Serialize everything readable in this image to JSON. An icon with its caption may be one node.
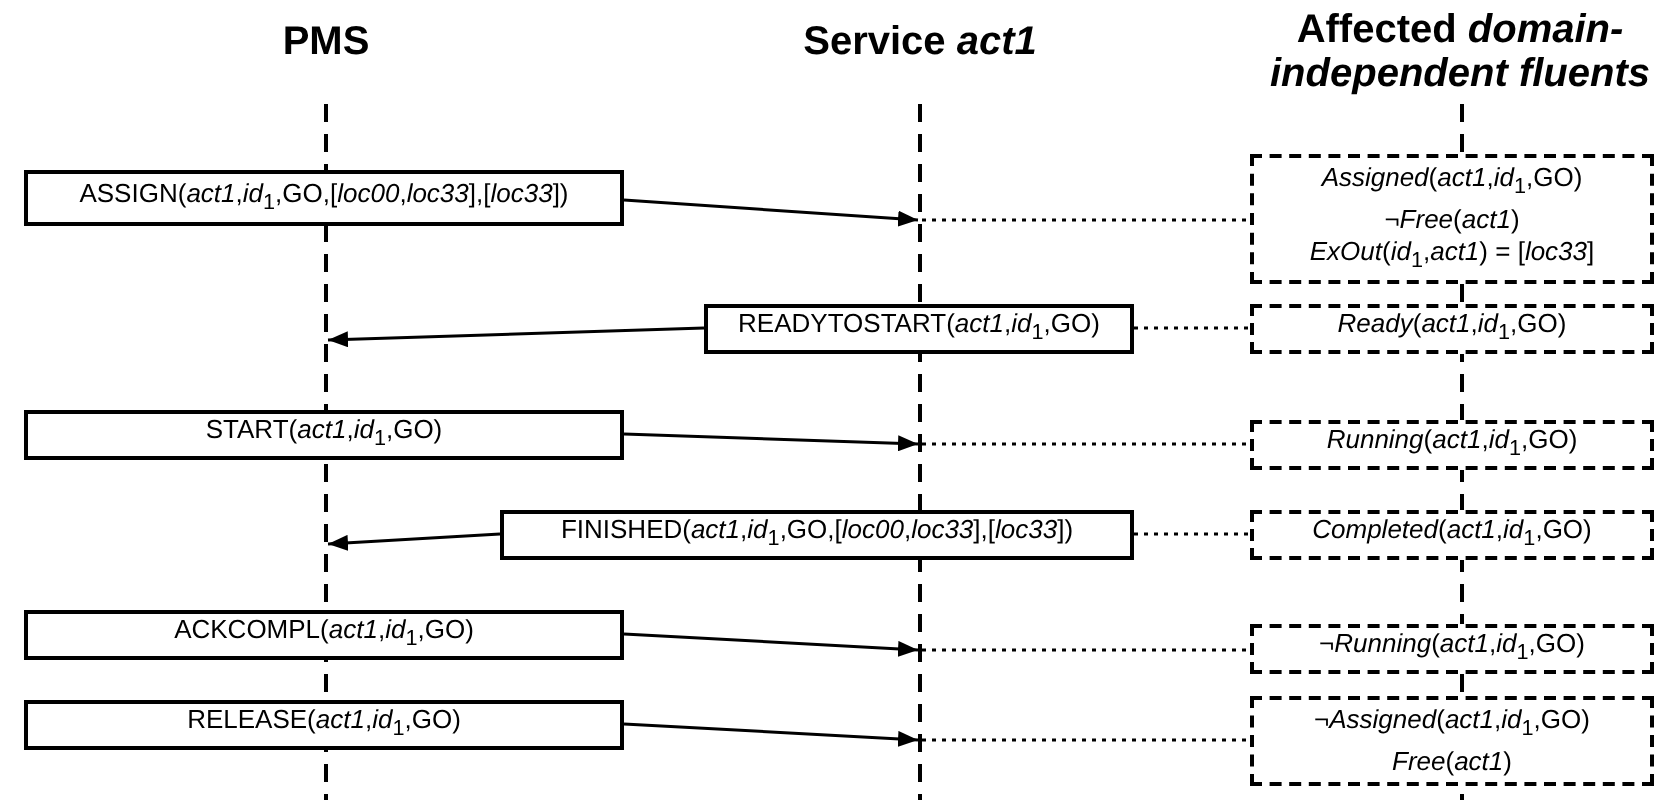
{
  "diagram": {
    "nodes": [
      {
        "text": [
          "ASSIGN(*act1*,*id*$_{1}$,GO,[*loc00*,*loc33*],[*loc33*])"
        ]
      },
      {
        "text": [
          "*Assigned*(*act1*,*id*$_{1}$,GO)",
          "¬*Free*(*act1*)",
          "*ExOut*(*id*$_{1}$,*act1*) = [*loc33*]"
        ]
      },
      {
        "text": [
          "READYTOSTART(*act1*,*id*$_{1}$,GO)"
        ]
      },
      {
        "text": [
          "*Ready*(*act1*,*id*$_{1}$,GO)"
        ]
      },
      {
        "text": [
          "START(*act1*,*id*$_{1}$,GO)"
        ]
      },
      {
        "text": [
          "*Running*(*act1*,*id*$_{1}$,GO)"
        ]
      },
      {
        "text": [
          "FINISHED(*act1*,*id*$_{1}$,GO,[*loc00*,*loc33*],[*loc33*])"
        ]
      },
      {
        "text": [
          "*Completed*(*act1*,*id*$_{1}$,GO)"
        ]
      },
      {
        "text": [
          "ACKCOMPL(*act1*,*id*$_{1}$,GO)"
        ]
      },
      {
        "text": [
          "¬*Running*(*act1*,*id*$_{1}$,GO)"
        ]
      },
      {
        "text": [
          "RELEASE(*act1*,*id*$_{1}$,GO)"
        ]
      },
      {
        "text": [
          "¬*Assigned*(*act1*,*id*$_{1}$,GO)",
          "*Free*(*act1*)"
        ]
      }
    ],
    "edges": [
      {
        "from": 0,
        "to": null,
        "arrow": "to"
      },
      {
        "from": null,
        "to": 1,
        "arrow": "none",
        "style": "dashed"
      },
      {
        "from": 2,
        "to": null,
        "arrow": "to"
      },
      {
        "from": 2,
        "to": 3,
        "arrow": "none",
        "style": "dashed"
      },
      {
        "from": 4,
        "to": null,
        "arrow": "to"
      },
      {
        "from": null,
        "to": 5,
        "arrow": "none",
        "style": "dashed"
      },
      {
        "from": 6,
        "to": null,
        "arrow": "to"
      },
      {
        "from": 6,
        "to": 7,
        "arrow": "none",
        "style": "dashed"
      },
      {
        "from": 8,
        "to": null,
        "arrow": "to"
      },
      {
        "from": null,
        "to": 9,
        "arrow": "none",
        "style": "dashed"
      },
      {
        "from": 10,
        "to": null,
        "arrow": "to"
      },
      {
        "from": null,
        "to": 11,
        "arrow": "none",
        "style": "dashed"
      }
    ],
    "labels": [
      "PMS",
      "Service *act1*",
      "Affected *domain-independent fluents*"
    ]
  }
}
